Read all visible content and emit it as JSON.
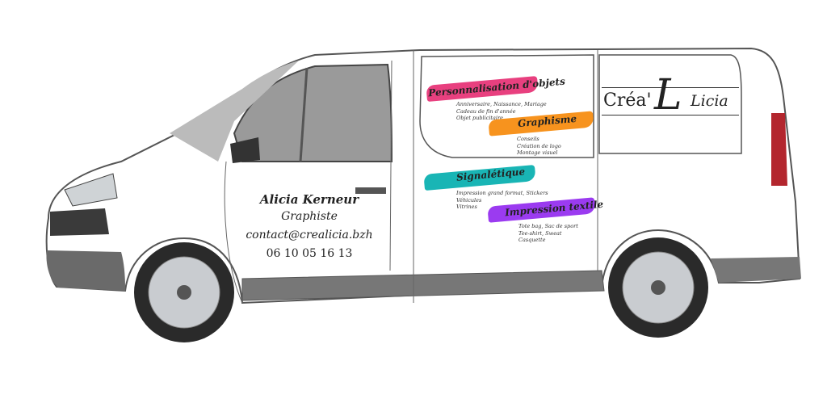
{
  "contact": {
    "name": "Alicia Kerneur",
    "role": "Graphiste",
    "email": "contact@crealicia.bzh",
    "phone": "06 10 05 16 13"
  },
  "logo": {
    "left": "Créa'",
    "monogram": "L",
    "right": "Licia"
  },
  "services": [
    {
      "title": "Personnalisation d'objets",
      "color": "#e8407f",
      "items": [
        "Anniversaire, Naissance, Mariage",
        "Cadeau de fin d'année",
        "Objet publicitaire"
      ]
    },
    {
      "title": "Graphisme",
      "color": "#f7931e",
      "items": [
        "Conseils",
        "Création de logo",
        "Montage visuel"
      ]
    },
    {
      "title": "Signalétique",
      "color": "#19b5b5",
      "items": [
        "Impression grand format, Stickers",
        "Véhicules",
        "Vitrines"
      ]
    },
    {
      "title": "Impression textile",
      "color": "#9b3bf0",
      "items": [
        "Tote bag, Sac de sport",
        "Tee-shirt, Sweat",
        "Casquette"
      ]
    }
  ]
}
